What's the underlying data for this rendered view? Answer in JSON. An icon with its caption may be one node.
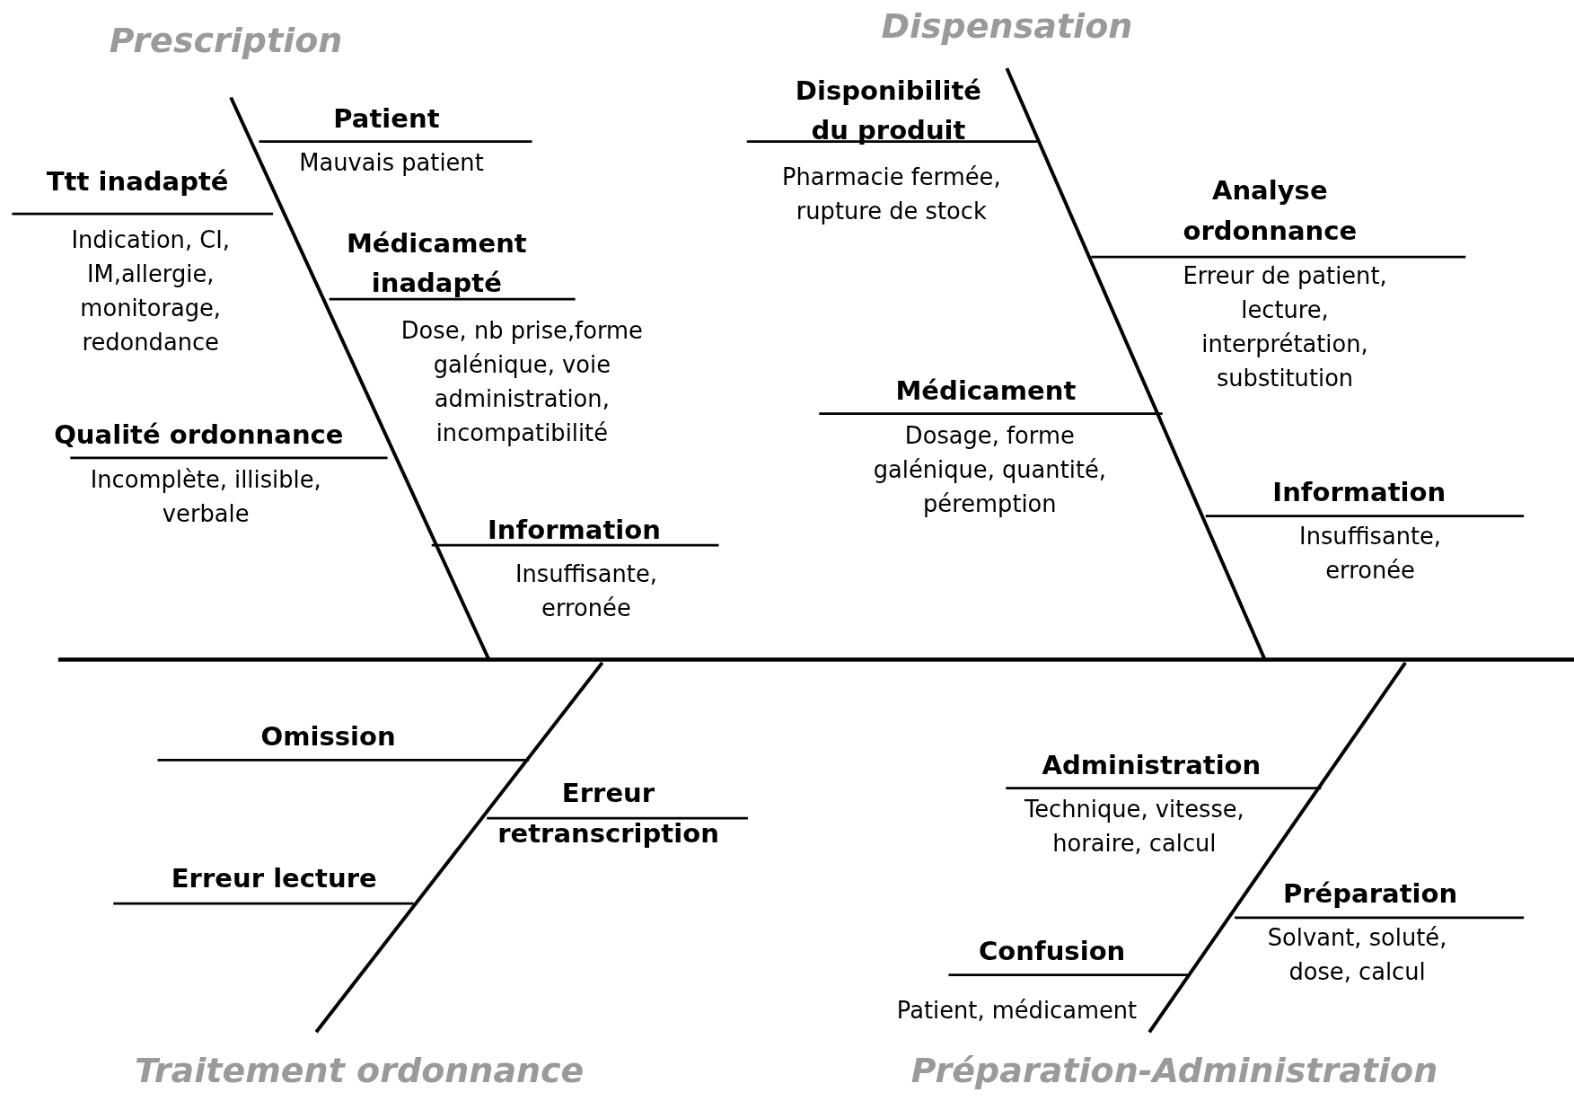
{
  "diagram": {
    "labels": [
      "Prescription",
      "Dispensation",
      "Patient",
      "Mauvais patient",
      "Ttt inadapté",
      "Indication, CI, IM,allergie, monitorage, redondance",
      "Médicament inadapté",
      "Dose, nb prise,forme galénique, voie administration, incompatibilité",
      "Qualité ordonnance",
      "Incomplète, illisible, verbale",
      "Information",
      "Insuffisante, erronée",
      "Disponibilité du produit",
      "Pharmacie fermée, rupture de stock",
      "Analyse ordonnance",
      "Erreur de patient, lecture, interprétation, substitution",
      "Médicament",
      "Dosage, forme galénique, quantité, péremption",
      "Information",
      "Insuffisante, erronée",
      "Omission",
      "Erreur retranscription",
      "Erreur lecture",
      "Administration",
      "Technique, vitesse, horaire, calcul",
      "Préparation",
      "Solvant, soluté, dose, calcul",
      "Confusion",
      "Patient, médicament",
      "Traitement ordonnance",
      "Préparation-Administration"
    ]
  }
}
